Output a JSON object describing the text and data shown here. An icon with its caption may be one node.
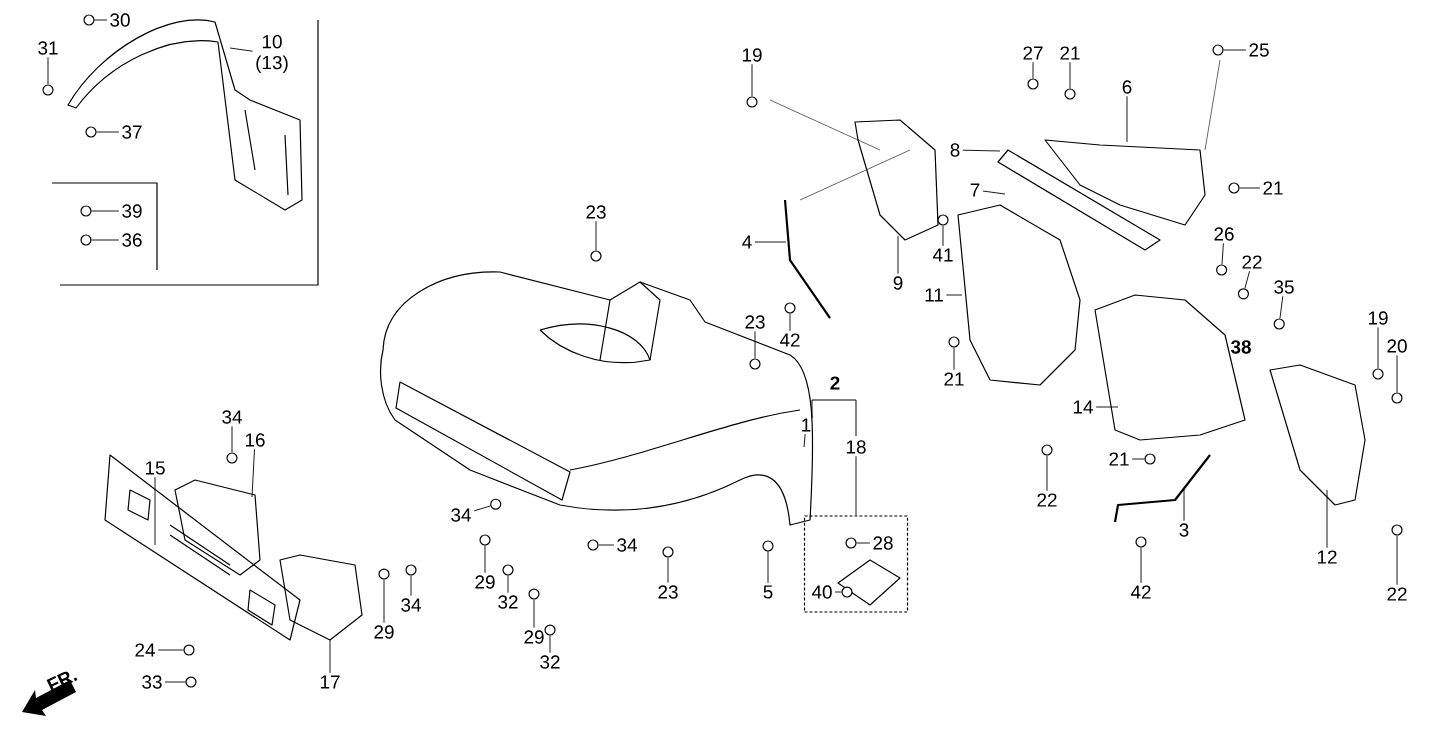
{
  "diagram": {
    "nodes": [
      {
        "text": [
          "30"
        ]
      },
      {
        "text": [
          "31"
        ]
      },
      {
        "text": [
          "10",
          "(13)"
        ]
      },
      {
        "text": [
          "37"
        ]
      },
      {
        "text": [
          "39"
        ]
      },
      {
        "text": [
          "36"
        ]
      },
      {
        "text": [
          "19"
        ]
      },
      {
        "text": [
          "27"
        ]
      },
      {
        "text": [
          "21"
        ]
      },
      {
        "text": [
          "25"
        ]
      },
      {
        "text": [
          "6"
        ]
      },
      {
        "text": [
          "8"
        ]
      },
      {
        "text": [
          "7"
        ]
      },
      {
        "text": [
          "21"
        ]
      },
      {
        "text": [
          "23"
        ]
      },
      {
        "text": [
          "26"
        ]
      },
      {
        "text": [
          "4"
        ]
      },
      {
        "text": [
          "41"
        ]
      },
      {
        "text": [
          "22"
        ]
      },
      {
        "text": [
          "9"
        ]
      },
      {
        "text": [
          "11"
        ]
      },
      {
        "text": [
          "35"
        ]
      },
      {
        "text": [
          "42"
        ]
      },
      {
        "text": [
          "23"
        ]
      },
      {
        "text": [
          "19"
        ]
      },
      {
        "text": [
          "20"
        ]
      },
      {
        "text": [
          "21"
        ]
      },
      {
        "text": [
          "14"
        ]
      },
      {
        "text": [
          "1"
        ]
      },
      {
        "text": [
          "18"
        ]
      },
      {
        "text": [
          "34"
        ]
      },
      {
        "text": [
          "16"
        ]
      },
      {
        "text": [
          "22"
        ]
      },
      {
        "text": [
          "21"
        ]
      },
      {
        "text": [
          "15"
        ]
      },
      {
        "text": [
          "34"
        ]
      },
      {
        "text": [
          "3"
        ]
      },
      {
        "text": [
          "34"
        ]
      },
      {
        "text": [
          "28"
        ],
        "in": 54
      },
      {
        "text": [
          "12"
        ]
      },
      {
        "text": [
          "29"
        ]
      },
      {
        "text": [
          "23"
        ]
      },
      {
        "text": [
          "5"
        ]
      },
      {
        "text": [
          "40"
        ],
        "in": 54
      },
      {
        "text": [
          "42"
        ]
      },
      {
        "text": [
          "22"
        ]
      },
      {
        "text": [
          "32"
        ]
      },
      {
        "text": [
          "34"
        ]
      },
      {
        "text": [
          "29"
        ]
      },
      {
        "text": [
          "29"
        ]
      },
      {
        "text": [
          "24"
        ]
      },
      {
        "text": [
          "32"
        ]
      },
      {
        "text": [
          "33"
        ]
      },
      {
        "text": [
          "17"
        ]
      },
      {
        "text": [],
        "shape": "box"
      },
      {
        "text": [],
        "shape": "circle"
      },
      {
        "text": [],
        "shape": "circle"
      },
      {
        "text": [],
        "shape": "circle"
      },
      {
        "text": [],
        "shape": "circle"
      },
      {
        "text": [],
        "shape": "circle"
      },
      {
        "text": [],
        "shape": "circle"
      },
      {
        "text": [],
        "shape": "circle"
      },
      {
        "text": [],
        "shape": "circle"
      },
      {
        "text": [],
        "shape": "circle"
      },
      {
        "text": [],
        "shape": "circle"
      },
      {
        "text": [],
        "shape": "circle"
      },
      {
        "text": [],
        "shape": "circle"
      },
      {
        "text": [],
        "shape": "circle"
      },
      {
        "text": [],
        "shape": "circle"
      },
      {
        "text": [],
        "shape": "circle"
      },
      {
        "text": [],
        "shape": "circle"
      },
      {
        "text": [],
        "shape": "circle"
      },
      {
        "text": [],
        "shape": "circle"
      },
      {
        "text": [],
        "shape": "circle"
      },
      {
        "text": [],
        "shape": "circle"
      },
      {
        "text": [],
        "shape": "circle"
      },
      {
        "text": [],
        "shape": "circle"
      },
      {
        "text": [],
        "shape": "circle"
      },
      {
        "text": [],
        "shape": "circle"
      },
      {
        "text": [],
        "shape": "circle"
      },
      {
        "text": [],
        "shape": "circle",
        "in": 54
      },
      {
        "text": [],
        "shape": "circle"
      },
      {
        "text": [],
        "shape": "circle"
      },
      {
        "text": [],
        "shape": "circle"
      },
      {
        "text": [],
        "shape": "circle",
        "in": 54
      },
      {
        "text": [],
        "shape": "circle"
      },
      {
        "text": [],
        "shape": "circle"
      },
      {
        "text": [],
        "shape": "circle"
      },
      {
        "text": [],
        "shape": "circle"
      },
      {
        "text": [],
        "shape": "circle"
      },
      {
        "text": [],
        "shape": "circle"
      },
      {
        "text": [],
        "shape": "circle"
      },
      {
        "text": [],
        "shape": "circle"
      },
      {
        "text": [],
        "shape": "circle"
      }
    ],
    "edges": [
      {
        "from": 0,
        "to": 55,
        "arrow": "none"
      },
      {
        "from": 1,
        "to": 56,
        "arrow": "none"
      },
      {
        "from": 2,
        "to": null,
        "arrow": "none"
      },
      {
        "from": 3,
        "to": 57,
        "arrow": "none"
      },
      {
        "from": 4,
        "to": 58,
        "arrow": "none"
      },
      {
        "from": 5,
        "to": 59,
        "arrow": "none"
      },
      {
        "from": 6,
        "to": 60,
        "arrow": "none"
      },
      {
        "from": 7,
        "to": 61,
        "arrow": "none"
      },
      {
        "from": 8,
        "to": 62,
        "arrow": "none"
      },
      {
        "from": 9,
        "to": 63,
        "arrow": "none"
      },
      {
        "from": 10,
        "to": null,
        "arrow": "none"
      },
      {
        "from": 11,
        "to": null,
        "arrow": "none"
      },
      {
        "from": 12,
        "to": null,
        "arrow": "none"
      },
      {
        "from": 13,
        "to": 64,
        "arrow": "none"
      },
      {
        "from": 14,
        "to": 65,
        "arrow": "none"
      },
      {
        "from": 15,
        "to": 66,
        "arrow": "none"
      },
      {
        "from": 16,
        "to": null,
        "arrow": "none"
      },
      {
        "from": 17,
        "to": 67,
        "arrow": "none"
      },
      {
        "from": 18,
        "to": 68,
        "arrow": "none"
      },
      {
        "from": 19,
        "to": null,
        "arrow": "none"
      },
      {
        "from": 20,
        "to": null,
        "arrow": "none"
      },
      {
        "from": 21,
        "to": 69,
        "arrow": "none"
      },
      {
        "from": 22,
        "to": 70,
        "arrow": "none"
      },
      {
        "from": 23,
        "to": 71,
        "arrow": "none"
      },
      {
        "from": 24,
        "to": 72,
        "arrow": "none"
      },
      {
        "from": 25,
        "to": 73,
        "arrow": "none"
      },
      {
        "from": 26,
        "to": 74,
        "arrow": "none"
      },
      {
        "from": 27,
        "to": null,
        "arrow": "none"
      },
      {
        "from": 28,
        "to": null,
        "arrow": "none"
      },
      {
        "from": 29,
        "to": 54,
        "arrow": "none"
      },
      {
        "from": 30,
        "to": 75,
        "arrow": "none"
      },
      {
        "from": 31,
        "to": null,
        "arrow": "none"
      },
      {
        "from": 32,
        "to": 76,
        "arrow": "none"
      },
      {
        "from": 33,
        "to": 77,
        "arrow": "none"
      },
      {
        "from": 34,
        "to": null,
        "arrow": "none"
      },
      {
        "from": 35,
        "to": 78,
        "arrow": "none"
      },
      {
        "from": 36,
        "to": null,
        "arrow": "none"
      },
      {
        "from": 37,
        "to": 79,
        "arrow": "none"
      },
      {
        "from": 38,
        "to": 80,
        "arrow": "none"
      },
      {
        "from": 39,
        "to": null,
        "arrow": "none"
      },
      {
        "from": 40,
        "to": 81,
        "arrow": "none"
      },
      {
        "from": 41,
        "to": 82,
        "arrow": "none"
      },
      {
        "from": 42,
        "to": 83,
        "arrow": "none"
      },
      {
        "from": 43,
        "to": 84,
        "arrow": "none"
      },
      {
        "from": 44,
        "to": 85,
        "arrow": "none"
      },
      {
        "from": 45,
        "to": 86,
        "arrow": "none"
      },
      {
        "from": 46,
        "to": 87,
        "arrow": "none"
      },
      {
        "from": 47,
        "to": 88,
        "arrow": "none"
      },
      {
        "from": 48,
        "to": 89,
        "arrow": "none"
      },
      {
        "from": 49,
        "to": 90,
        "arrow": "none"
      },
      {
        "from": 50,
        "to": 91,
        "arrow": "none"
      },
      {
        "from": 51,
        "to": 92,
        "arrow": "none"
      },
      {
        "from": 52,
        "to": 93,
        "arrow": "none"
      },
      {
        "from": 53,
        "to": null,
        "arrow": "none"
      }
    ],
    "labels": [
      "38",
      "2",
      "FR."
    ]
  }
}
